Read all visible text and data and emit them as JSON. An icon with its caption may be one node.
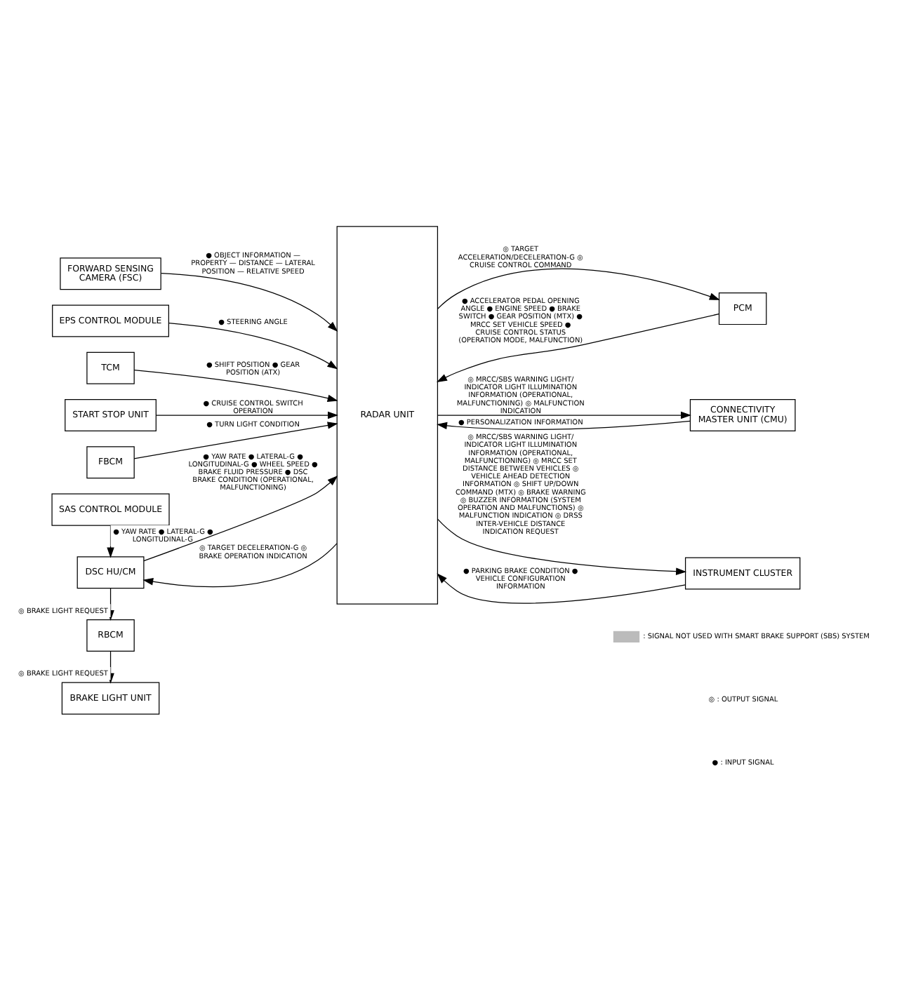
{
  "diagram": {
    "nodes": [
      {
        "text": [
          "FORWARD SENSING CAMERA (FSC)"
        ]
      },
      {
        "text": [
          "EPS CONTROL MODULE"
        ]
      },
      {
        "text": [
          "TCM"
        ]
      },
      {
        "text": [
          "START STOP UNIT"
        ]
      },
      {
        "text": [
          "FBCM"
        ]
      },
      {
        "text": [
          "SAS CONTROL MODULE"
        ]
      },
      {
        "text": [
          "DSC HU/CM"
        ]
      },
      {
        "text": [
          "RBCM"
        ]
      },
      {
        "text": [
          "BRAKE LIGHT UNIT"
        ]
      },
      {
        "text": [
          "RADAR UNIT"
        ]
      },
      {
        "text": [
          "PCM"
        ]
      },
      {
        "text": [
          "CONNECTIVITY MASTER UNIT (CMU)"
        ]
      },
      {
        "text": [
          "INSTRUMENT CLUSTER"
        ]
      }
    ],
    "edges": [
      {
        "from": 0,
        "to": 9,
        "arrow": "to",
        "label": "● OBJECT INFORMATION — PROPERTY — DISTANCE — LATERAL POSITION — RELATIVE SPEED"
      },
      {
        "from": 1,
        "to": 9,
        "arrow": "to",
        "label": "● STEERING ANGLE"
      },
      {
        "from": 2,
        "to": 9,
        "arrow": "to",
        "label": "● SHIFT POSITION ● GEAR POSITION (ATX)"
      },
      {
        "from": 3,
        "to": 9,
        "arrow": "to",
        "label": "● CRUISE CONTROL SWITCH OPERATION"
      },
      {
        "from": 4,
        "to": 9,
        "arrow": "to",
        "label": "● TURN LIGHT CONDITION"
      },
      {
        "from": 5,
        "to": 6,
        "arrow": "to",
        "label": "● YAW RATE ● LATERAL-G ● LONGITUDINAL-G"
      },
      {
        "from": 9,
        "to": 6,
        "arrow": "to",
        "label": "◎ TARGET DECELERATION-G ◎ BRAKE OPERATION INDICATION"
      },
      {
        "from": 6,
        "to": 9,
        "arrow": "to",
        "label": "● YAW RATE ● LATERAL-G ● LONGITUDINAL-G ● WHEEL SPEED ● BRAKE FLUID PRESSURE ● DSC BRAKE CONDITION (OPERATIONAL, MALFUNCTIONING)"
      },
      {
        "from": 6,
        "to": 7,
        "arrow": "to",
        "label": "◎ BRAKE LIGHT REQUEST"
      },
      {
        "from": 7,
        "to": 8,
        "arrow": "to",
        "label": "◎ BRAKE LIGHT REQUEST"
      },
      {
        "from": 9,
        "to": 10,
        "arrow": "to",
        "label": "◎ TARGET ACCELERATION/DECELERATION-G ◎ CRUISE CONTROL COMMAND"
      },
      {
        "from": 10,
        "to": 9,
        "arrow": "to",
        "label": "● ACCELERATOR PEDAL OPENING ANGLE ● ENGINE SPEED ● BRAKE SWITCH ● GEAR POSITION (MTX) ● MRCC SET VEHICLE SPEED ● CRUISE CONTROL STATUS (OPERATION MODE, MALFUNCTION)"
      },
      {
        "from": 9,
        "to": 11,
        "arrow": "to",
        "label": "◎ MRCC/SBS WARNING LIGHT/ INDICATOR LIGHT ILLUMINATION INFORMATION (OPERATIONAL, MALFUNCTIONING) ◎ MALFUNCTION INDICATION"
      },
      {
        "from": 11,
        "to": 9,
        "arrow": "to",
        "label": "● PERSONALIZATION INFORMATION"
      },
      {
        "from": 9,
        "to": 12,
        "arrow": "to",
        "label": "◎ MRCC/SBS WARNING LIGHT/ INDICATOR LIGHT ILLUMINATION INFORMATION (OPERATIONAL, MALFUNCTIONING) ◎ MRCC SET DISTANCE BETWEEN VEHICLES ◎ VEHICLE AHEAD DETECTION INFORMATION ◎ SHIFT UP/DOWN COMMAND (MTX) ◎ BRAKE WARNING ◎ BUZZER INFORMATION (SYSTEM OPERATION AND MALFUNCTIONS) ◎ MALFUNCTION INDICATION ◎ DRSS INTER-VEHICLE DISTANCE INDICATION REQUEST"
      },
      {
        "from": 12,
        "to": 9,
        "arrow": "to",
        "label": "● PARKING BRAKE CONDITION ● VEHICLE CONFIGURATION INFORMATION"
      }
    ],
    "legend": [
      {
        "text": ": SIGNAL NOT USED WITH SMART BRAKE SUPPORT (SBS) SYSTEM"
      },
      {
        "text": "◎ : OUTPUT SIGNAL"
      },
      {
        "text": "● : INPUT SIGNAL"
      }
    ]
  }
}
